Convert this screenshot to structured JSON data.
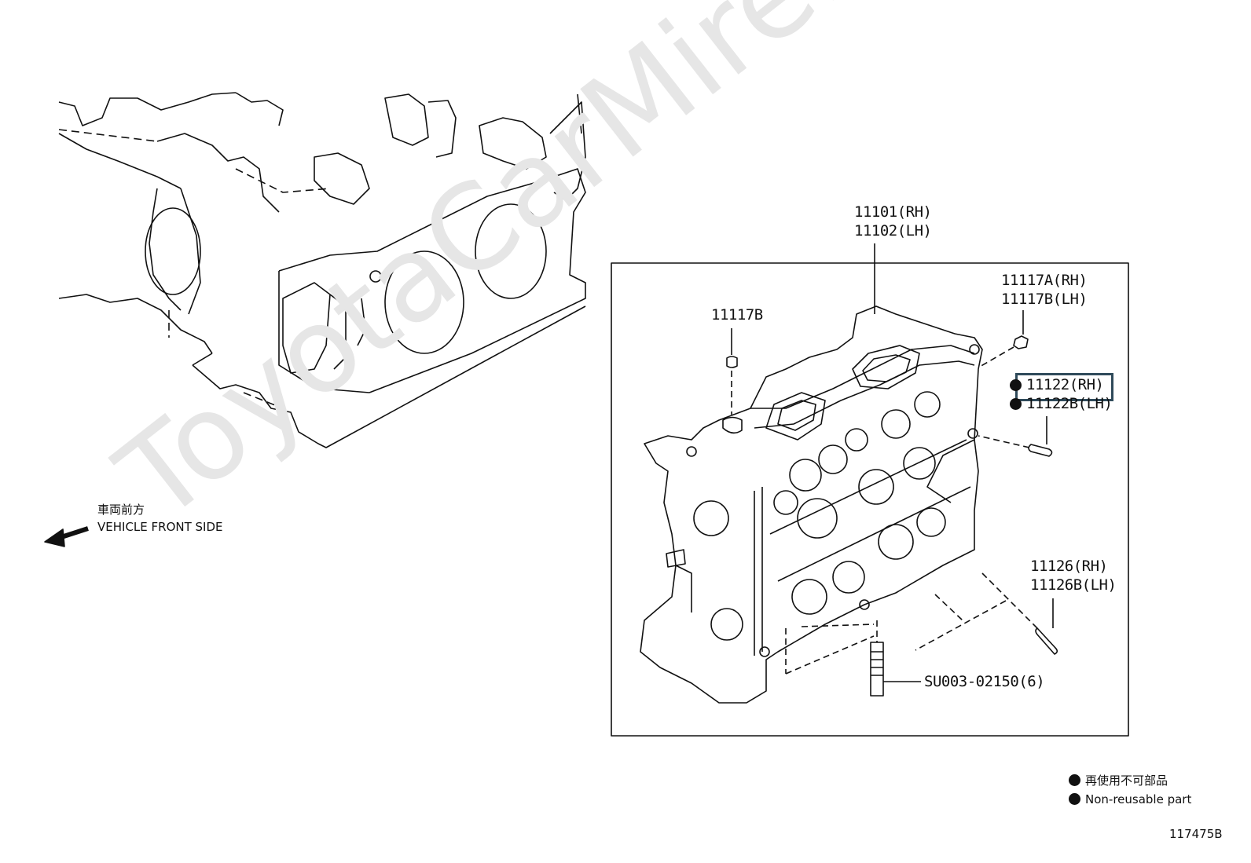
{
  "watermark": "ToyotaCarMire.ru",
  "direction": {
    "jp": "車両前方",
    "en": "VEHICLE FRONT SIDE"
  },
  "parts": {
    "head_rh": "11101(RH)",
    "head_lh": "11102(LH)",
    "plug_b": "11117B",
    "plug_a_rh": "11117A(RH)",
    "plug_b_lh": "11117B(LH)",
    "pin_rh": "11122(RH)",
    "pin_lh": "11122B(LH)",
    "guide_rh": "11126(RH)",
    "guide_lh": "11126B(LH)",
    "stud": "SU003-02150(6)"
  },
  "legend": {
    "jp": "再使用不可部品",
    "en": "Non-reusable part"
  },
  "diagram_id": "117475B",
  "highlight_color": "#2f4a5a"
}
